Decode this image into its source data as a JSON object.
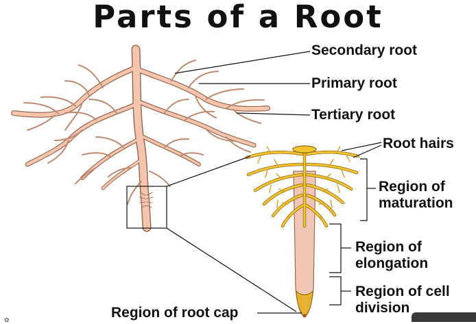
{
  "title": "Parts of a Root",
  "labels": {
    "secondary_root": "Secondary root",
    "primary_root": "Primary root",
    "tertiary_root": "Tertiary root",
    "root_hairs": "Root hairs",
    "maturation_l1": "Region of",
    "maturation_l2": "maturation",
    "elongation_l1": "Region of",
    "elongation_l2": "elongation",
    "division_l1": "Region of cell",
    "division_l2": "division",
    "root_cap": "Region of root cap"
  },
  "colors": {
    "root_fill": "#f5c6ad",
    "root_outline": "#9a6a52",
    "hair_fill": "#f2c230",
    "hair_outline": "#8c6a10",
    "tip": "#f0c6b4",
    "cap": "#e8b030",
    "leader_line": "#111111"
  }
}
